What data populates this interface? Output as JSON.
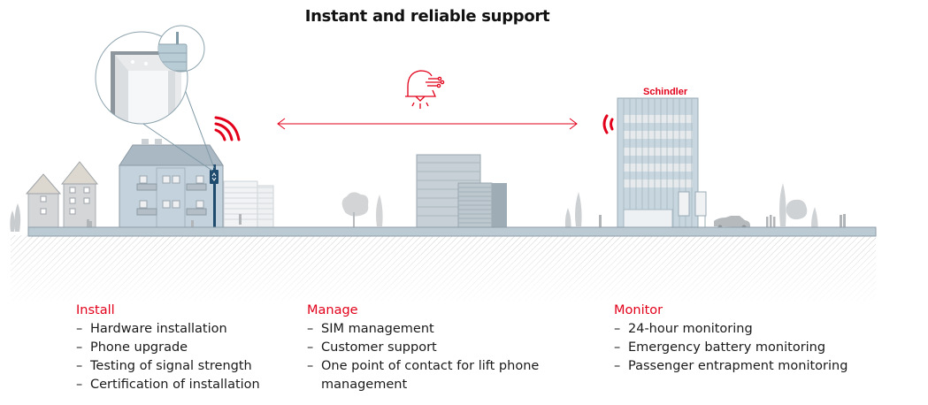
{
  "title": "Instant and reliable support",
  "brand": {
    "name": "Schindler",
    "color": "#e2001a"
  },
  "icons": {
    "signal_left": "wifi-signal-icon",
    "signal_right": "signal-waves-icon",
    "alarm": "alarm-bell-icon",
    "arrow": "double-arrow-icon",
    "device": "lift-phone-device-icon"
  },
  "columns": [
    {
      "heading": "Install",
      "items": [
        "Hardware installation",
        "Phone upgrade",
        "Testing of signal strength",
        "Certification of installation"
      ]
    },
    {
      "heading": "Manage",
      "items": [
        "SIM management",
        "Customer support",
        "One point of contact for lift phone",
        "management"
      ]
    },
    {
      "heading": "Monitor",
      "items": [
        "24-hour monitoring",
        "Emergency battery monitoring",
        "Passenger entrapment monitoring"
      ]
    }
  ],
  "colors": {
    "accent": "#e2001a",
    "building": "#c3d2dc",
    "ground_strip": "#bccbd3",
    "hatch": "#d8d4d4",
    "text": "#1a1a1a"
  }
}
